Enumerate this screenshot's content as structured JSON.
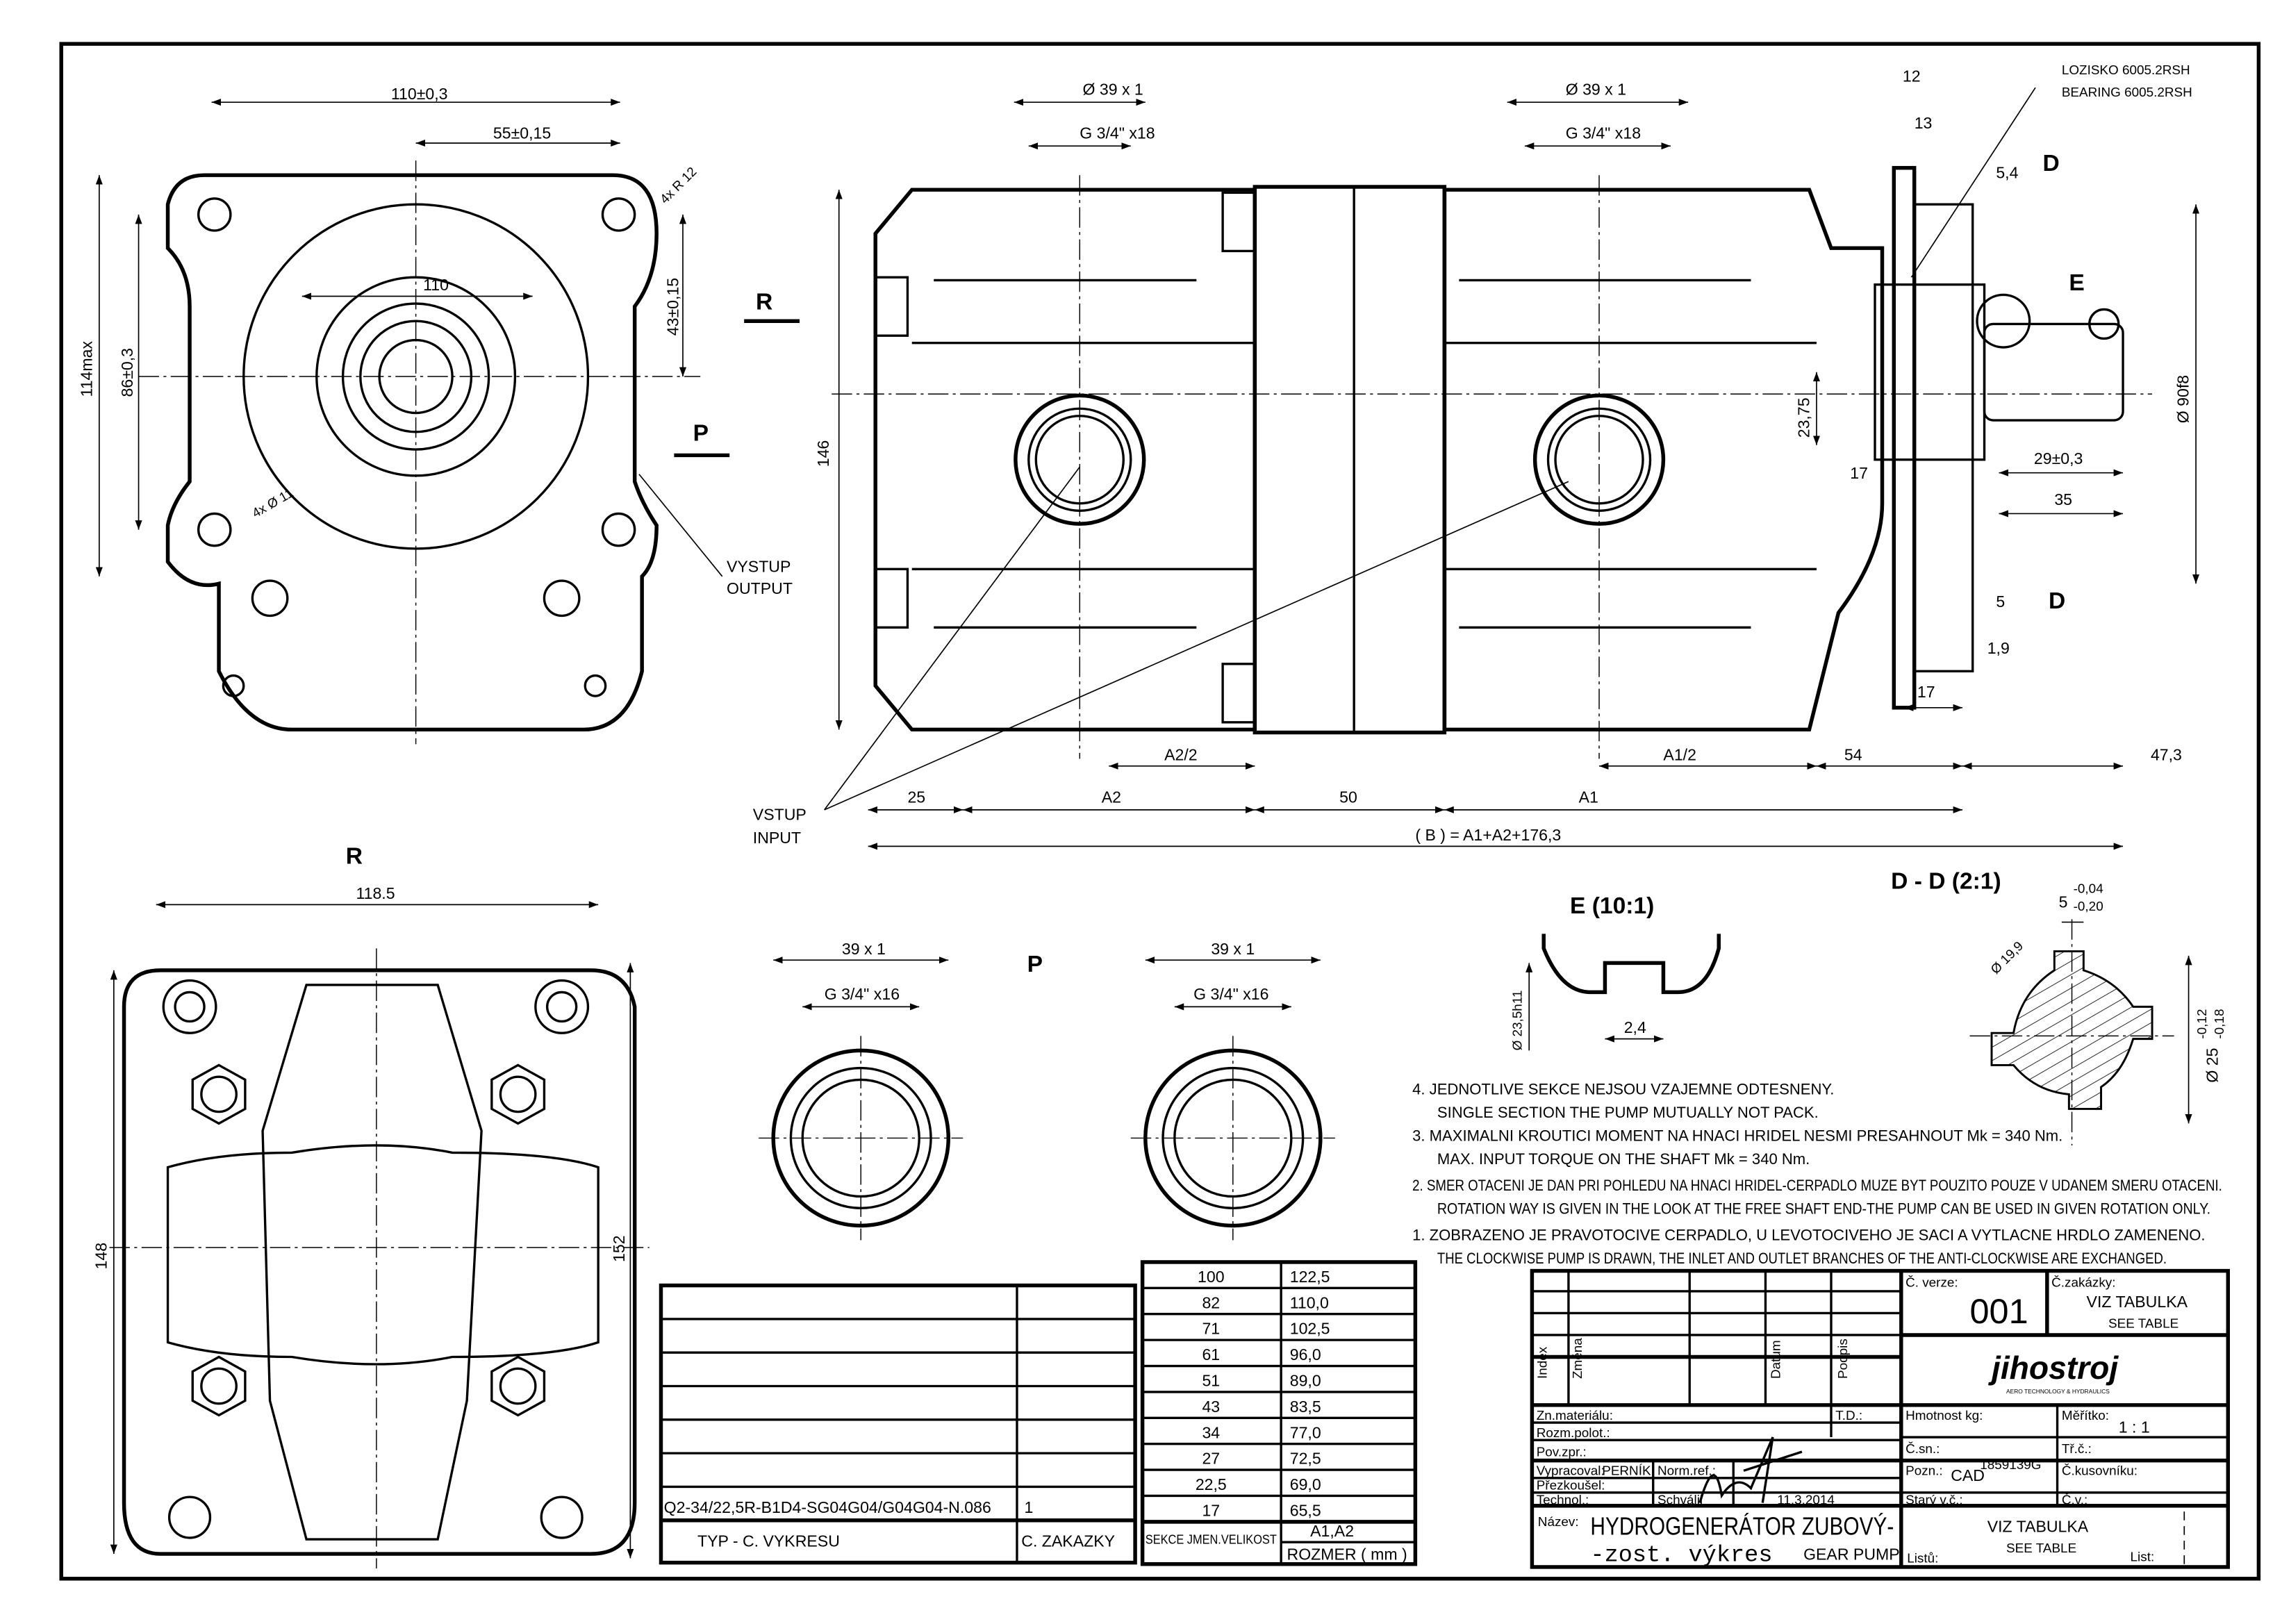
{
  "dims": [
    "110±0,3",
    "55±0,15",
    "4x R 12",
    "110",
    "43±0,15",
    "114max",
    "86±0,3",
    "4x Ø 11",
    "P",
    "VYSTUP",
    "OUTPUT",
    "R",
    "Ø 39 x 1",
    "G 3/4\" x18",
    "Ø 39 x 1",
    "G 3/4\" x18",
    "146",
    "23,75",
    "17",
    "A2/2",
    "A1/2",
    "54",
    "47,3",
    "25",
    "A2",
    "50",
    "A1",
    "( B ) = A1+A2+176,3",
    "VSTUP",
    "INPUT",
    "12",
    "13",
    "5,4",
    "D",
    "LOZISKO  6005.2RSH",
    "BEARING  6005.2RSH",
    "E",
    "Ø 90f8",
    "29±0,3",
    "35",
    "5",
    "D",
    "1,9",
    "17",
    "R",
    "118.5",
    "148",
    "152",
    "39 x 1",
    "G 3/4\" x16",
    "P",
    "39 x 1",
    "G 3/4\" x16",
    "E (10:1)",
    "Ø 23,5h11",
    "2,4",
    "D - D (2:1)",
    "Ø 19,9",
    "5",
    "-0,04",
    "-0,20",
    "-0,12",
    "-0,18",
    "Ø 25"
  ],
  "notes": [
    "4. JEDNOTLIVE SEKCE NEJSOU VZAJEMNE ODTESNENY.",
    "SINGLE SECTION THE PUMP MUTUALLY NOT PACK.",
    "3. MAXIMALNI KROUTICI MOMENT NA HNACI HRIDEL NESMI PRESAHNOUT  Mk = 340 Nm.",
    "MAX. INPUT TORQUE ON THE SHAFT  Mk = 340 Nm.",
    "2. SMER OTACENI JE DAN PRI POHLEDU NA HNACI HRIDEL-CERPADLO MUZE BYT POUZITO POUZE V UDANEM SMERU OTACENI.",
    "ROTATION WAY IS GIVEN IN THE LOOK AT THE FREE SHAFT END-THE PUMP CAN BE USED IN GIVEN ROTATION ONLY.",
    "1. ZOBRAZENO JE PRAVOTOCIVE CERPADLO, U LEVOTOCIVEHO JE SACI A VYTLACNE HRDLO ZAMENENO.",
    "THE CLOCKWISE PUMP IS DRAWN, THE INLET AND OUTLET BRANCHES OF THE ANTI-CLOCKWISE ARE EXCHANGED."
  ],
  "type_table": {
    "row_value": "Q2-34/22,5R-B1D4-SG04G04/G04G04-N.086",
    "row_order": "1",
    "header_type": "TYP - C. VYKRESU",
    "header_order": "C. ZAKAZKY"
  },
  "size_table": {
    "rows": [
      {
        "size": "100",
        "dim": "122,5"
      },
      {
        "size": "82",
        "dim": "110,0"
      },
      {
        "size": "71",
        "dim": "102,5"
      },
      {
        "size": "61",
        "dim": "96,0"
      },
      {
        "size": "51",
        "dim": "89,0"
      },
      {
        "size": "43",
        "dim": "83,5"
      },
      {
        "size": "34",
        "dim": "77,0"
      },
      {
        "size": "27",
        "dim": "72,5"
      },
      {
        "size": "22,5",
        "dim": "69,0"
      },
      {
        "size": "17",
        "dim": "65,5"
      }
    ],
    "header_section": "SEKCE JMEN.VELIKOST",
    "header_a": "A1,A2",
    "header_dim": "ROZMER ( mm )"
  },
  "title_block": {
    "rev_labels": [
      "Index",
      "Změna",
      "Datum",
      "Podpis"
    ],
    "version_label": "Č. verze:",
    "version": "001",
    "order_label": "Č.zakázky:",
    "order_value": "VIZ TABULKA",
    "order_value_en": "SEE TABLE",
    "logo": "jihostroj",
    "logo_sub": "AERO TECHNOLOGY & HYDRAULICS",
    "material_label": "Zn.materiálu:",
    "td_label": "T.D.:",
    "semi_label": "Rozm.polot.:",
    "surface_label": "Pov.zpr.:",
    "drawn_label": "Vypracoval:",
    "drawn_value": "PERNÍK",
    "norm_label": "Norm.ref.:",
    "checked_label": "Přezkoušel:",
    "tech_label": "Technol.:",
    "approved_label": "Schválil",
    "date": "11.3.2014",
    "mass_label": "Hmotnost kg:",
    "scale_label": "Měřítko:",
    "scale": "1 : 1",
    "sn_label": "Č.sn.:",
    "class_label": "Tř.č.:",
    "note_label": "Pozn.:",
    "note_value": "CAD",
    "note_sup": "1859139G",
    "bom_label": "Č.kusovníku:",
    "old_label": "Starý v.č.:",
    "cv_label": "Č.v.:",
    "name_label": "Název:",
    "name_line1": "HYDROGENERÁTOR ZUBOVÝ-",
    "name_line2": "-zost. výkres",
    "name_en": "GEAR PUMP",
    "drawing_no": "VIZ TABULKA",
    "drawing_no_en": "SEE TABLE",
    "sheets_label": "Listů:",
    "sheet_label": "List:"
  }
}
